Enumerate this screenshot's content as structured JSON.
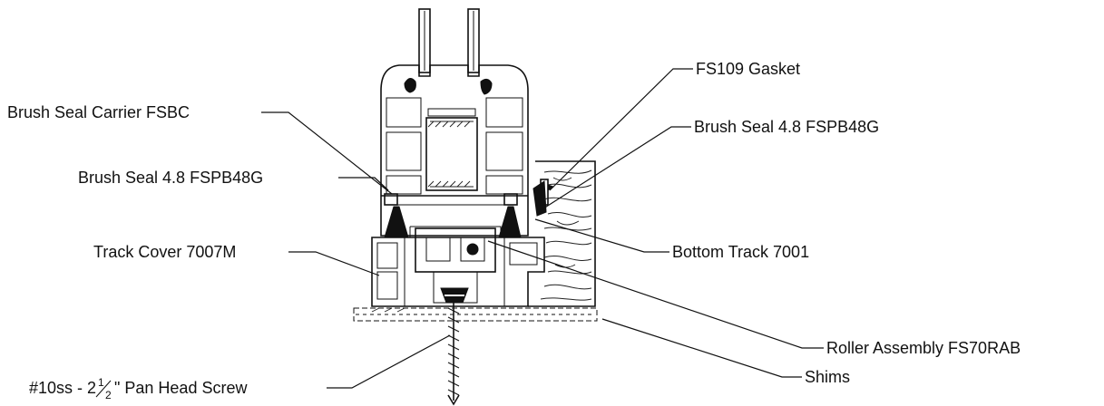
{
  "labels": {
    "brush_seal_carrier": "Brush Seal Carrier FSBC",
    "brush_seal_left": "Brush Seal 4.8 FSPB48G",
    "track_cover": "Track Cover 7007M",
    "screw_main": "#10ss - 2",
    "screw_frac_num": "1",
    "screw_frac_den": "2",
    "screw_rest": "\" Pan Head Screw",
    "gasket": "FS109 Gasket",
    "brush_seal_right": "Brush Seal 4.8 FSPB48G",
    "bottom_track": "Bottom Track 7001",
    "roller_assembly": "Roller Assembly FS70RAB",
    "shims": "Shims"
  }
}
